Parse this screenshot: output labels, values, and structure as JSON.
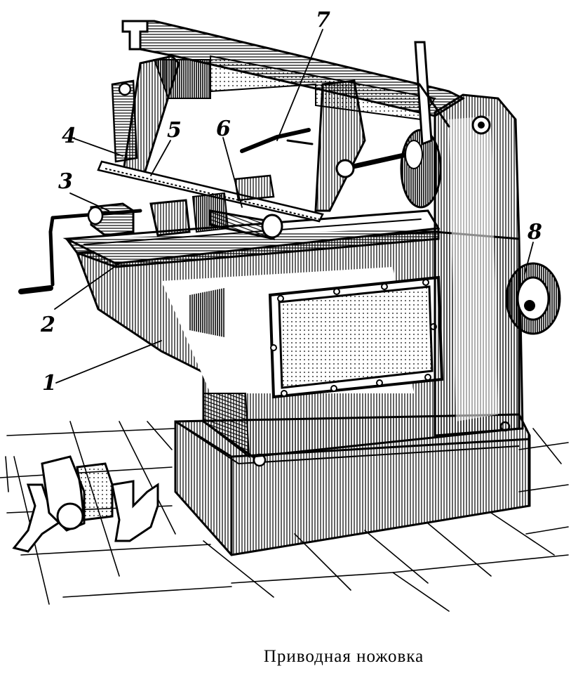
{
  "caption": "Приводная ножовка",
  "callouts": {
    "c1": "1",
    "c2": "2",
    "c3": "3",
    "c4": "4",
    "c5": "5",
    "c6": "6",
    "c7": "7",
    "c8": "8"
  },
  "colors": {
    "ink": "#000000",
    "paper": "#ffffff"
  },
  "icons": [
    "power-hacksaw-machine-illustration",
    "floor-grid",
    "workpiece-rail-profiles"
  ]
}
